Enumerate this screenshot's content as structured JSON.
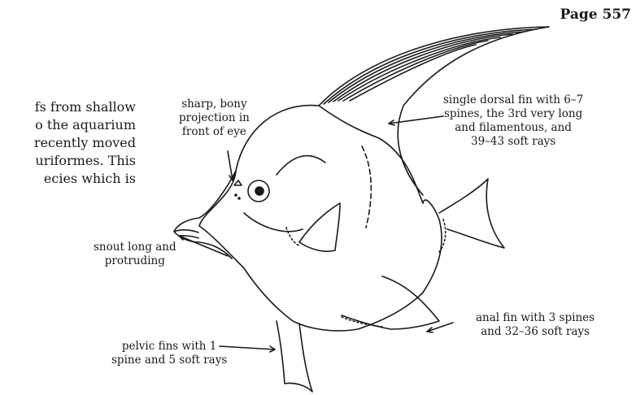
{
  "page_number": "Page 557",
  "body_text_lines": [
    "fs from shallow",
    "o the aquarium",
    "recently moved",
    "uriformes. This",
    "ecies which is"
  ],
  "labels": {
    "eye_projection": [
      "sharp, bony",
      "projection in",
      "front of eye"
    ],
    "dorsal_fin": [
      "single dorsal fin with 6–7",
      "spines, the 3rd very long",
      "and filamentous, and",
      "39–43 soft rays"
    ],
    "snout": [
      "snout long and",
      "protruding"
    ],
    "anal_fin": [
      "anal fin with 3 spines",
      "and 32–36 soft rays"
    ],
    "pelvic_fins": [
      "pelvic fins with 1",
      "spine and 5 soft rays"
    ]
  },
  "colors": {
    "ink": "#1a1a1a",
    "paper": "#ffffff"
  }
}
